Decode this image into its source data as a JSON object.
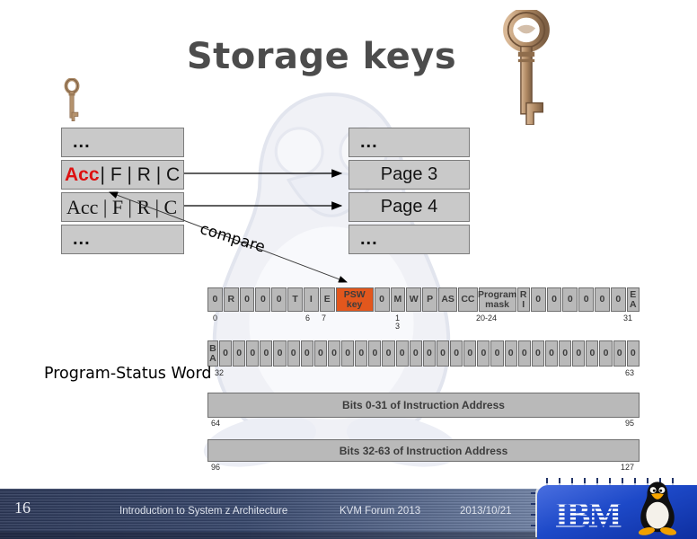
{
  "title": "Storage keys",
  "key_table": {
    "row1": "...",
    "row2_acc": "Acc",
    "row2_rest": "| F | R | C",
    "row3": "Acc | F | R | C",
    "row4": "..."
  },
  "page_table": {
    "row1": "...",
    "row2": "Page 3",
    "row3": "Page 4",
    "row4": "..."
  },
  "compare_label": "compare",
  "psw_caption": "Program-Status Word",
  "psw": {
    "row1": {
      "cells": [
        "0",
        "R",
        "0",
        "0",
        "0",
        "T",
        "I",
        "E",
        "PSW\nkey",
        "0",
        "M",
        "W",
        "P",
        "AS",
        "CC",
        "Program\nmask",
        "R\nI",
        "0",
        "0",
        "0",
        "0",
        "0",
        "0",
        "E\nA"
      ],
      "bits": {
        "b0": "0",
        "b6": "6",
        "b7": "7",
        "b13": "1\n3",
        "b20_24": "20-24",
        "b31": "31"
      }
    },
    "row2": {
      "cells": [
        "B\nA",
        "0",
        "0",
        "0",
        "0",
        "0",
        "0",
        "0",
        "0",
        "0",
        "0",
        "0",
        "0",
        "0",
        "0",
        "0",
        "0",
        "0",
        "0",
        "0",
        "0",
        "0",
        "0",
        "0",
        "0",
        "0",
        "0",
        "0",
        "0",
        "0",
        "0",
        "0"
      ],
      "bits": {
        "start": "32",
        "end": "63"
      }
    },
    "row3": {
      "label": "Bits 0-31 of Instruction Address",
      "bits": {
        "start": "64",
        "end": "95"
      }
    },
    "row4": {
      "label": "Bits 32-63 of Instruction Address",
      "bits": {
        "start": "96",
        "end": "127"
      }
    }
  },
  "footer": {
    "page_number": "16",
    "course": "Introduction to System z Architecture",
    "event": "KVM Forum 2013",
    "date": "2013/10/21"
  },
  "logos": {
    "ibm": "IBM"
  },
  "colors": {
    "psw_key_orange": "#e2571d",
    "acc_red": "#dd1111",
    "ibm_blue": "#1d49c8",
    "footer_navy": "#2b3757",
    "cell_gray": "#b9b9b9",
    "table_gray": "#c9c9c9",
    "title_gray": "#4c4c4c"
  }
}
